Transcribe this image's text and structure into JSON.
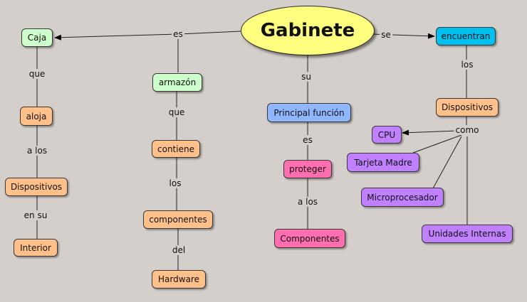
{
  "title": "Gabinete",
  "colors": {
    "background": "#d4cfca",
    "title_fill": "#ffff7f",
    "green": "#ccffcc",
    "orange": "#ffc08a",
    "blue": "#8fb6ff",
    "pink": "#ff6fb0",
    "cyan": "#00c0f0",
    "purple": "#c080ff"
  },
  "concepts": {
    "caja": "Caja",
    "aloja": "aloja",
    "dispositivos_left": "Dispositivos",
    "interior": "Interior",
    "armazon": "armazón",
    "contiene": "contiene",
    "componentes_lower": "componentes",
    "hardware": "Hardware",
    "principal_funcion": "Principal función",
    "proteger": "proteger",
    "componentes_upper": "Componentes",
    "encuentran": "encuentran",
    "dispositivos_right": "Dispositivos",
    "cpu": "CPU",
    "tarjeta_madre": "Tarjeta Madre",
    "microprocesador": "Microprocesador",
    "unidades_internas": "Unidades Internas"
  },
  "link_labels": {
    "es_top": "es",
    "que_1": "que",
    "a_los_1": "a los",
    "en_su": "en su",
    "que_2": "que",
    "los_1": "los",
    "del": "del",
    "su": "su",
    "es_mid": "es",
    "a_los_2": "a los",
    "se": "se",
    "los_2": "los",
    "como": "como"
  }
}
